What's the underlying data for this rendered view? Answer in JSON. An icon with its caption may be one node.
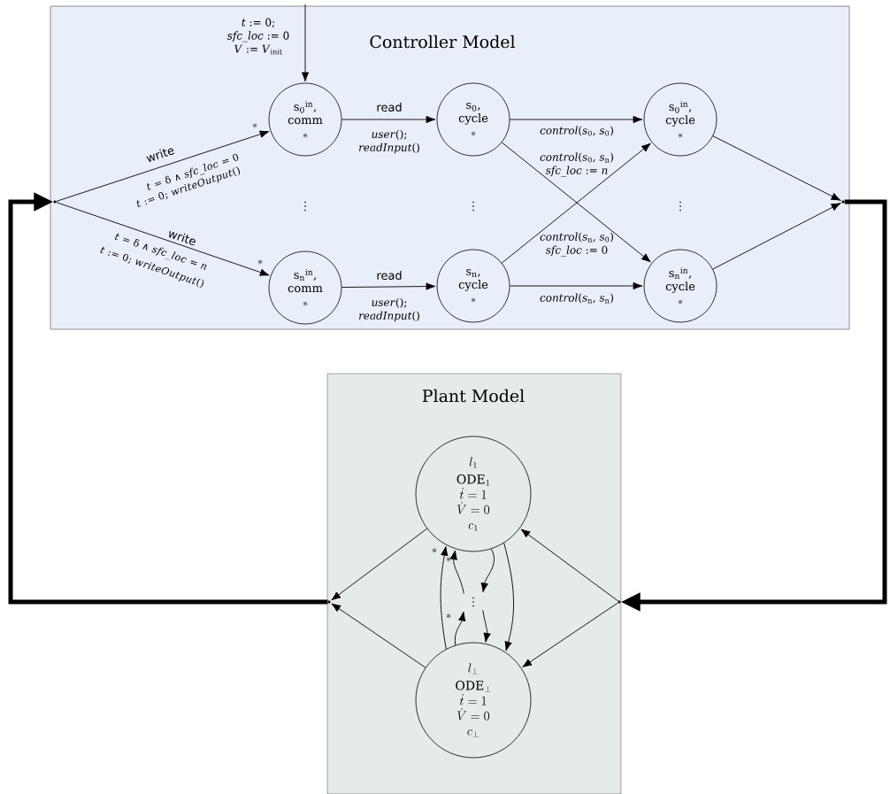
{
  "diagram": {
    "nodes": [
      {
        "text": [
          "Controller Model"
        ]
      },
      {
        "text": [
          "s$_{0}$$^{in}$, comm",
          "*"
        ],
        "in": 0
      },
      {
        "text": [
          "s$_{n}$$^{in}$, comm",
          "*"
        ],
        "in": 0
      },
      {
        "text": [
          "s$_{0}$, cycle",
          "*"
        ],
        "in": 0
      },
      {
        "text": [
          "s$_{n}$, cycle",
          "*"
        ],
        "in": 0
      },
      {
        "text": [
          "s$_{0}$$^{in}$, cycle",
          "*"
        ],
        "in": 0
      },
      {
        "text": [
          "s$_{n}$$^{in}$, cycle",
          "*"
        ],
        "in": 0
      },
      {
        "text": [],
        "shape": "point",
        "in": 0
      },
      {
        "text": [],
        "shape": "point",
        "in": 0
      },
      {
        "text": [
          "Plant Model"
        ]
      },
      {
        "text": [
          "l_1",
          "\\mathrm{ODE}_1",
          "\\dot{t} = 1",
          "\\dot{V} = 0",
          "c_1"
        ],
        "in": 9
      },
      {
        "text": [
          "l_\\perp",
          "\\mathrm{ODE}_\\perp",
          "\\dot{t} = 1",
          "\\dot{V} = 0",
          "c_\\perp"
        ],
        "in": 9
      },
      {
        "text": [],
        "shape": "point",
        "in": 9
      },
      {
        "text": [],
        "shape": "point",
        "in": 9
      },
      {
        "text": [
          "⋮"
        ],
        "in": 9
      }
    ],
    "edges": [
      {
        "from": null,
        "to": 1,
        "arrow": "to"
      },
      {
        "from": 7,
        "to": 1,
        "arrow": "to",
        "label": "write"
      },
      {
        "from": 7,
        "to": 2,
        "arrow": "to",
        "label": "write"
      },
      {
        "from": 1,
        "to": 3,
        "arrow": "to",
        "label": "read"
      },
      {
        "from": 2,
        "to": 4,
        "arrow": "to",
        "label": "read"
      },
      {
        "from": 3,
        "to": 5,
        "arrow": "to",
        "label": "*control*(*s*$_{0}$, *s*$_{0}$)"
      },
      {
        "from": 3,
        "to": 6,
        "arrow": "to",
        "label": "*control*(*s*$_{0}$, *s*$_{n}$) *sfc_loc* := *n*"
      },
      {
        "from": 4,
        "to": 5,
        "arrow": "to",
        "label": "*control*(*s*$_{n}$, *s*$_{0}$) *sfc_loc* := 0"
      },
      {
        "from": 4,
        "to": 6,
        "arrow": "to",
        "label": "*control*(*s*$_{n}$, *s*$_{n}$)"
      },
      {
        "from": 5,
        "to": 8,
        "arrow": "to"
      },
      {
        "from": 6,
        "to": 8,
        "arrow": "to"
      },
      {
        "from": 8,
        "to": 13,
        "arrow": "to",
        "style": "thick"
      },
      {
        "from": 12,
        "to": 7,
        "arrow": "to",
        "style": "thick"
      },
      {
        "from": 13,
        "to": 10,
        "arrow": "to"
      },
      {
        "from": 13,
        "to": 11,
        "arrow": "to"
      },
      {
        "from": 10,
        "to": 12,
        "arrow": "to"
      },
      {
        "from": 11,
        "to": 12,
        "arrow": "to"
      },
      {
        "from": 10,
        "to": 14,
        "arrow": "to"
      },
      {
        "from": 14,
        "to": 10,
        "arrow": "to"
      },
      {
        "from": 11,
        "to": 14,
        "arrow": "to"
      },
      {
        "from": 14,
        "to": 11,
        "arrow": "to"
      },
      {
        "from": 10,
        "to": 11,
        "arrow": "to"
      },
      {
        "from": 11,
        "to": 10,
        "arrow": "to"
      }
    ],
    "labels": [
      "*t* := 0; *sfc_loc* := 0 *V* := *V*$_{init}$",
      "*",
      "*t* = δ ∧ *sfc_loc* = 0",
      "*t* := 0; *writeOutput*()",
      "*user*(); *readInput*()",
      "⋮",
      "⋮",
      "⋮",
      "*t* = δ ∧ *sfc_loc* = *n*",
      "*t* := 0; *writeOutput*()",
      "*",
      "*user*(); *readInput*()",
      "*",
      "*",
      "*"
    ]
  }
}
